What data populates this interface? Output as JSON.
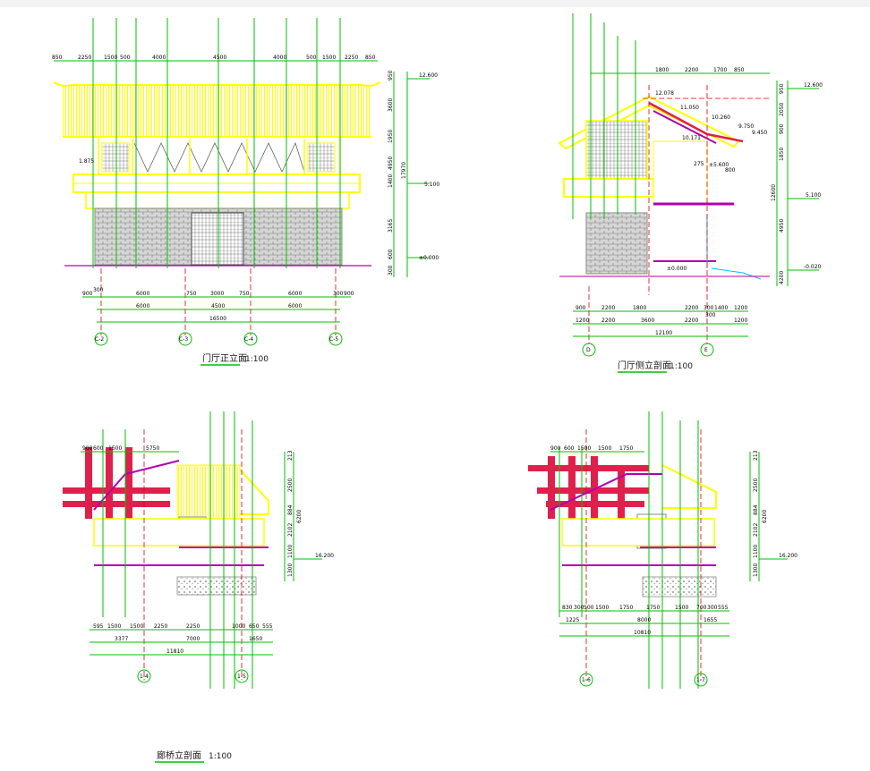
{
  "colors": {
    "background": "#ffffff",
    "dimension": "#00c000",
    "roof": "#ffff00",
    "wall": "#ffff00",
    "stone": "#9a9a9a",
    "axis": "#e00000",
    "purple": "#b000b0",
    "crimson": "#e0204c",
    "cyan": "#00c0ff",
    "title_underline": "#00c000"
  },
  "drawings": {
    "front": {
      "title": "门厅正立面",
      "scale": "1:100",
      "top_dims": [
        "850",
        "2250",
        "1500",
        "500",
        "4000",
        "4500",
        "4000",
        "500",
        "1500",
        "2250",
        "850"
      ],
      "levels": [
        "12.600",
        "5.100",
        "±0.000"
      ],
      "right_dims": [
        "950",
        "3600",
        "1950",
        "4950",
        "17970",
        "1400",
        "3165",
        "600",
        "300"
      ],
      "left_note": "1.875",
      "bottom_dims_1": [
        "900",
        "300",
        "6000",
        "750",
        "3000",
        "750",
        "6000",
        "300",
        "900"
      ],
      "bottom_dims_2": [
        "6000",
        "4500",
        "6000"
      ],
      "bottom_total": "16500",
      "axes": [
        "C-2",
        "C-3",
        "C-4",
        "C-5"
      ]
    },
    "side": {
      "title": "门厅侧立剖面",
      "scale": "1:100",
      "top_dims": [
        "1800",
        "2200",
        "1700",
        "850"
      ],
      "levels": [
        "12.600",
        "12.078",
        "11.050",
        "10.260",
        "10.171",
        "9.750",
        "9.450",
        "5.100",
        "±0.000",
        "-0.020"
      ],
      "inner_levels": [
        "275",
        "±5.600",
        "800"
      ],
      "right_dims": [
        "950",
        "2050",
        "900",
        "1850",
        "4950",
        "12600",
        "4200"
      ],
      "bottom_dims_1": [
        "900",
        "2200",
        "1800",
        "2200",
        "300",
        "1400",
        "1200"
      ],
      "bottom_dims_2": [
        "1200",
        "2200",
        "3600",
        "2200",
        "300",
        "1200"
      ],
      "bottom_total": "12100",
      "axes": [
        "D",
        "E"
      ]
    },
    "corridor_left": {
      "top_dims": [
        "900",
        "600",
        "1500",
        "5750"
      ],
      "right_dims": [
        "213",
        "2500",
        "884",
        "2102",
        "6200",
        "1100",
        "1300"
      ],
      "level": "16.200",
      "bottom_dims_1": [
        "595",
        "1500",
        "1500",
        "2250",
        "2250",
        "1000",
        "650",
        "555"
      ],
      "bottom_dims_2": [
        "3377",
        "7000",
        "1650"
      ],
      "bottom_total": "11810",
      "axes": [
        "1-4",
        "1-5"
      ]
    },
    "corridor_right": {
      "top_dims": [
        "900",
        "600",
        "1500",
        "1500",
        "1750"
      ],
      "right_dims": [
        "213",
        "2500",
        "884",
        "2102",
        "6200",
        "1100",
        "1300"
      ],
      "level": "16.200",
      "bottom_dims_1": [
        "830",
        "300",
        "500",
        "1500",
        "1750",
        "1750",
        "1500",
        "700",
        "300",
        "555"
      ],
      "bottom_dims_2": [
        "1225",
        "8000",
        "1655"
      ],
      "bottom_total": "10810",
      "axes": [
        "1-6",
        "1-7"
      ]
    },
    "corridor_title": "廊桥立剖面",
    "corridor_scale": "1:100"
  }
}
